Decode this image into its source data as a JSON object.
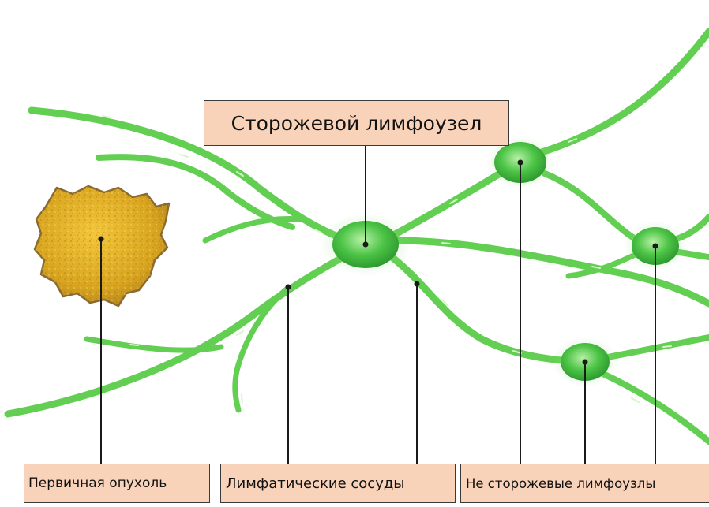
{
  "labels": {
    "sentinel_node": "Сторожевой лимфоузел",
    "primary_tumor": "Первичная опухоль",
    "lymph_vessels": "Лимфатические сосуды",
    "non_sentinel_nodes": "Не сторожевые лимфоузлы"
  },
  "colors": {
    "vessel": "#62cf52",
    "vessel_highlight": "#c8f2b8",
    "node": "#4cc446",
    "tumor": "#d9a520",
    "tumor_edge": "#8a6a30",
    "label_fill": "#f9d3b9",
    "label_border": "#3a3a3a",
    "pointer_line": "#1a1a1a"
  }
}
